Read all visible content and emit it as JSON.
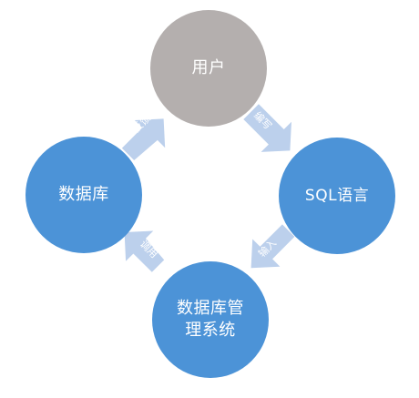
{
  "nodes": {
    "user": "用户",
    "sql": "SQL语言",
    "database": "数据库",
    "dbms": "数据库管\n理系统"
  },
  "arrows": {
    "user_to_sql": "编写",
    "sql_to_dbms": "输入",
    "dbms_to_database": "调用",
    "database_to_user": "反馈"
  },
  "colors": {
    "user_node": "#b4afae",
    "main_nodes": "#4c93d7",
    "arrows": "#bcd0ec",
    "text": "#ffffff"
  }
}
